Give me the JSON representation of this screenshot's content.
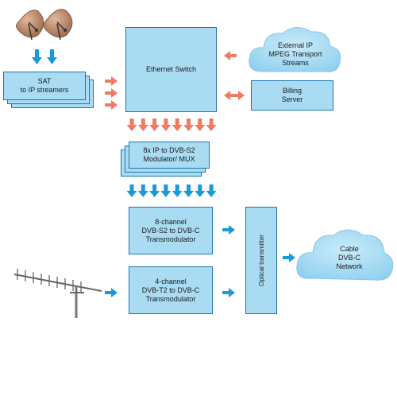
{
  "nodes": {
    "sat_streamers": "SAT\nto IP streamers",
    "ethernet_switch": "Ethernet Switch",
    "external_ip": "External IP\nMPEG Transport\nStreams",
    "billing_server": "Billing\nServer",
    "modulator_mux": "8x IP to DVB-S2\nModulator/ MUX",
    "dvbs2_transmodulator": "8-channel\nDVB-S2 to DVB-C\nTransmodulator",
    "dvbt2_transmodulator": "4-channel\nDVB-T2 to DVB-C\nTransmodulator",
    "optical_transmitter": "Optical transmitter",
    "cable_network": "Cable\nDVB-C\nNetwork"
  },
  "colors": {
    "box_fill": "#a9dcf2",
    "box_border": "#1b75a9",
    "blue_arrow": "#1a9ad9",
    "orange_arrow": "#f07b62",
    "cloud_fill": "#a9dcf2"
  },
  "icons": [
    "satellite-dish-icon",
    "terrestrial-antenna-icon"
  ]
}
